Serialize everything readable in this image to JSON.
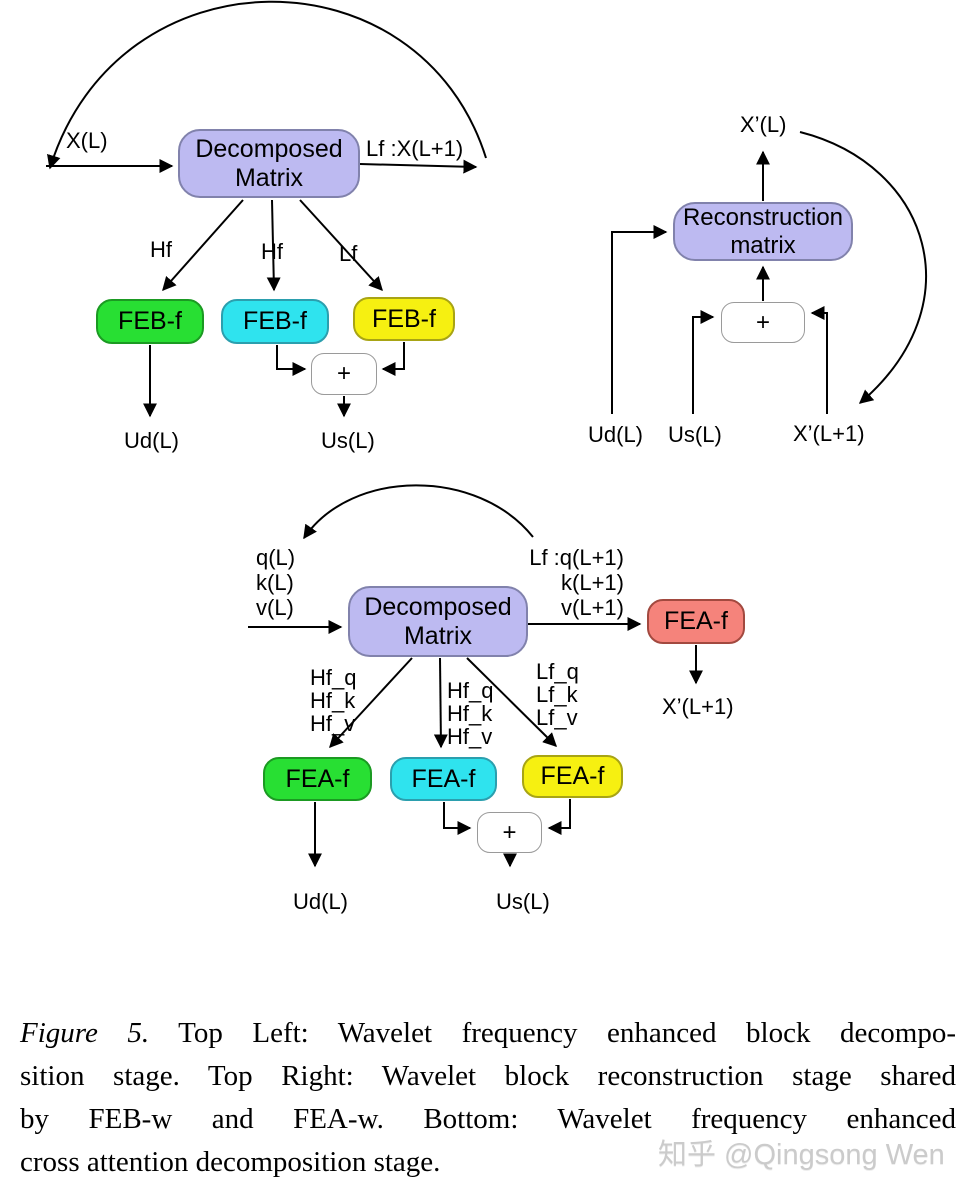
{
  "colors": {
    "matrix_box": "#bdbaf1",
    "feb_green": "#28df33",
    "feb_cyan": "#2fe3ee",
    "feb_yellow": "#f6f011",
    "fea_red": "#f5837b",
    "plus_box": "#ffffff",
    "line": "#000000",
    "watermark": "#cbcbcb"
  },
  "top_left": {
    "input_label": "X(L)",
    "output_label": "Lf :X(L+1)",
    "matrix_box": "Decomposed\nMatrix",
    "branch_labels": [
      "Hf",
      "Hf",
      "Lf"
    ],
    "blocks": [
      "FEB-f",
      "FEB-f",
      "FEB-f"
    ],
    "plus": "+",
    "out_left": "Ud(L)",
    "out_right": "Us(L)"
  },
  "top_right": {
    "matrix_box": "Reconstruction\nmatrix",
    "output_label": "X’(L)",
    "plus": "+",
    "in_1": "Ud(L)",
    "in_2": "Us(L)",
    "in_3": "X’(L+1)"
  },
  "bottom": {
    "input_labels": [
      "q(L)",
      "k(L)",
      "v(L)"
    ],
    "matrix_box": "Decomposed\nMatrix",
    "output_labels": [
      "Lf :q(L+1)",
      "k(L+1)",
      "v(L+1)"
    ],
    "fea_out_block": "FEA-f",
    "fea_out_label": "X’(L+1)",
    "branch_stacks": [
      [
        "Hf_q",
        "Hf_k",
        "Hf_v"
      ],
      [
        "Hf_q",
        "Hf_k",
        "Hf_v"
      ],
      [
        "Lf_q",
        "Lf_k",
        "Lf_v"
      ]
    ],
    "blocks": [
      "FEA-f",
      "FEA-f",
      "FEA-f"
    ],
    "plus": "+",
    "out_left": "Ud(L)",
    "out_right": "Us(L)"
  },
  "caption": {
    "figure_label": "Figure 5.",
    "line1_rest": " Top Left: Wavelet frequency enhanced block decompo-",
    "line2": "sition stage. Top Right: Wavelet block reconstruction stage shared",
    "line3": "by FEB-w and FEA-w. Bottom: Wavelet frequency enhanced",
    "line4": "cross attention decomposition stage."
  },
  "watermark": "知乎 @Qingsong Wen"
}
